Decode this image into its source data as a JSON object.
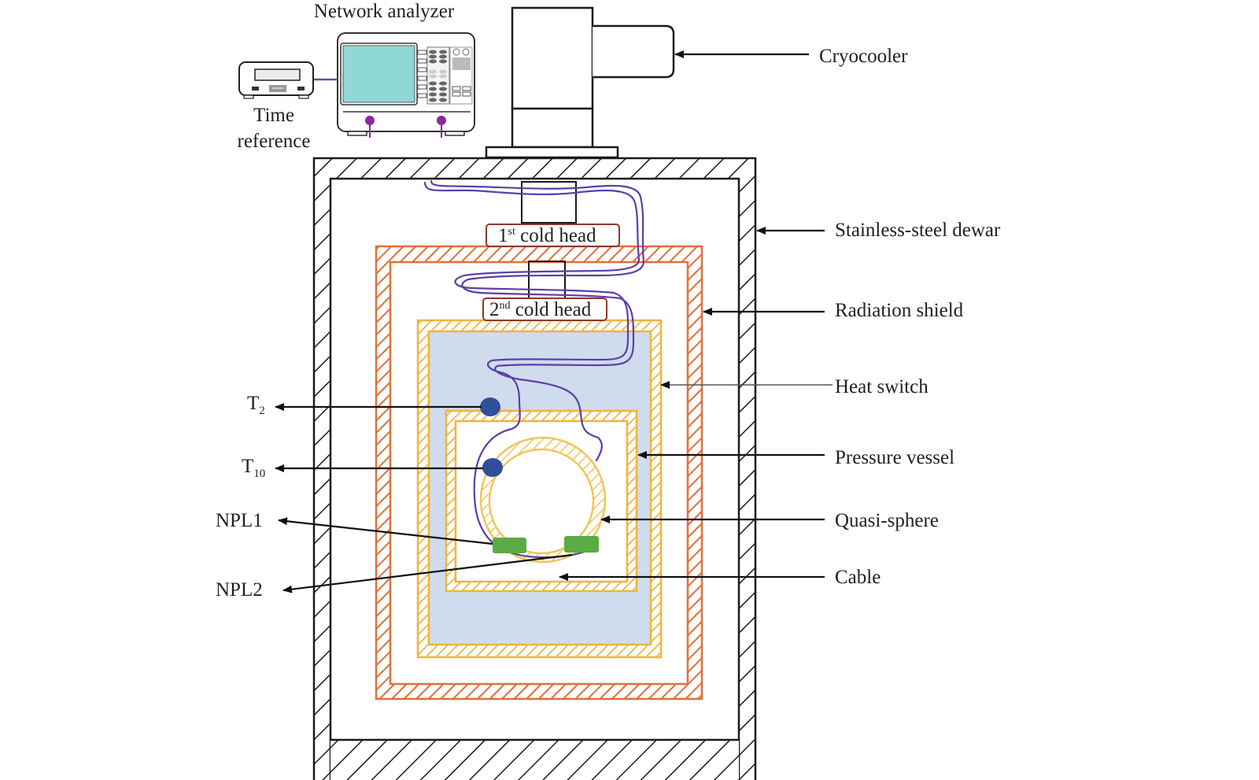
{
  "title": "Cryogenic quasi-sphere resonator measurement setup",
  "instruments": {
    "network_analyzer": "Network analyzer",
    "time_reference_line1": "Time",
    "time_reference_line2": "reference"
  },
  "cold_heads": {
    "first": {
      "number": "1",
      "suffix": "st",
      "text": " cold head"
    },
    "second": {
      "number": "2",
      "suffix": "nd",
      "text": " cold head"
    }
  },
  "right_labels": [
    {
      "id": "cryocooler",
      "text": "Cryocooler"
    },
    {
      "id": "dewar",
      "text": "Stainless-steel dewar"
    },
    {
      "id": "radiation-shield",
      "text": "Radiation shield"
    },
    {
      "id": "heat-switch",
      "text": "Heat switch"
    },
    {
      "id": "pressure-vessel",
      "text": "Pressure vessel"
    },
    {
      "id": "quasi-sphere",
      "text": "Quasi-sphere"
    },
    {
      "id": "cable",
      "text": "Cable"
    }
  ],
  "left_labels": {
    "t2": {
      "base": "T",
      "sub": "2"
    },
    "t10": {
      "base": "T",
      "sub": "10"
    },
    "npl1": "NPL1",
    "npl2": "NPL2"
  },
  "colors": {
    "dewar": "#1a1a1a",
    "radiation_shield": "#e0703a",
    "heat_switch": "#f0b43c",
    "pressure_vessel": "#f0b43c",
    "quasi_sphere": "#f2c55a",
    "heat_switch_fill": "#cfdcee",
    "cable": "#5b3fa8",
    "thermometer": "#2f4f9a",
    "npl_probe": "#5aab46",
    "screen": "#8fd8d5",
    "cold_head_border": "#8a3a2a"
  }
}
